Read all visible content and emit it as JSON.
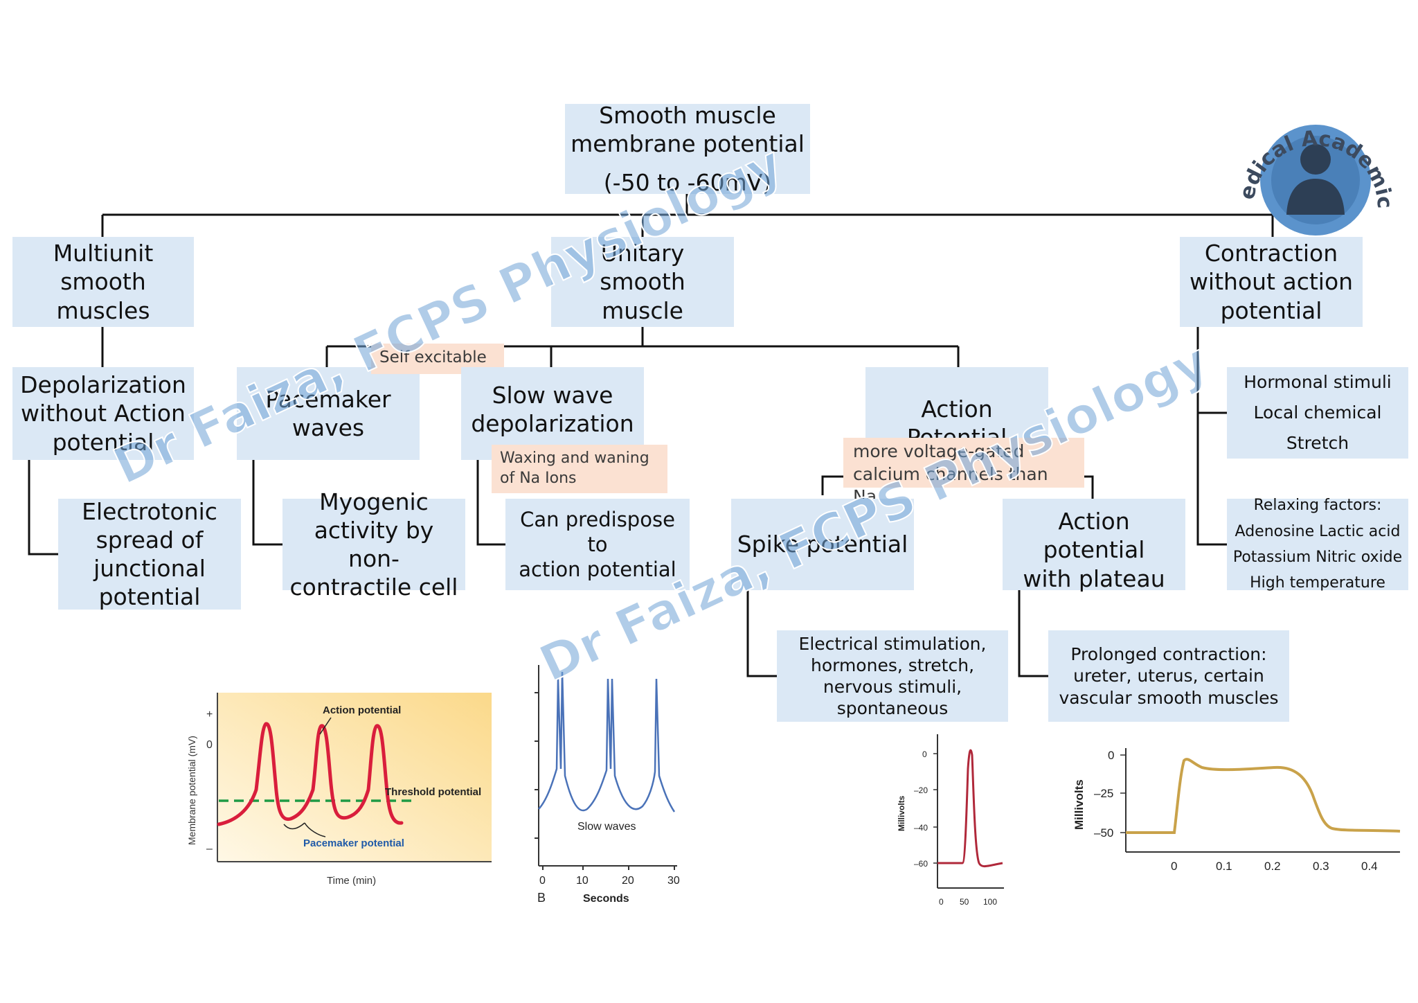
{
  "root": {
    "line1": "Smooth muscle",
    "line2": "membrane potential",
    "line3": "(-50 to -60mV)"
  },
  "multiunit": {
    "line1": "Multiunit",
    "line2": "smooth muscles"
  },
  "unitary": {
    "line1": "Unitary smooth",
    "line2": "muscle"
  },
  "contraction": {
    "line1": "Contraction",
    "line2": "without action",
    "line3": "potential"
  },
  "depol": {
    "line1": "Depolarization",
    "line2": "without Action",
    "line3": "potential"
  },
  "electrotonic": {
    "line1": "Electrotonic",
    "line2": "spread of",
    "line3": "junctional",
    "line4": "potential"
  },
  "self_excitable": "Self excitable",
  "pacemaker": {
    "line1": "Pacemaker",
    "line2": "waves"
  },
  "myogenic": {
    "line1": "Myogenic",
    "line2": "activity by non-",
    "line3": "contractile cell"
  },
  "slowwave": {
    "line1": "Slow wave",
    "line2": "depolarization"
  },
  "waxing": {
    "line1": "Waxing and waning",
    "line2": "of Na Ions"
  },
  "predispose": {
    "line1": "Can predispose to",
    "line2": "action potential"
  },
  "ap": "Action Potential",
  "vgcc": {
    "line1": "more voltage-gated",
    "line2": "calcium channels than Na"
  },
  "spike": "Spike potential",
  "plateau": {
    "line1": "Action potential",
    "line2": "with plateau"
  },
  "stimuli": {
    "line1": "Electrical stimulation,",
    "line2": "hormones, stretch,",
    "line3": "nervous stimuli,",
    "line4": "spontaneous"
  },
  "prolonged": {
    "line1": "Prolonged contraction:",
    "line2": "ureter, uterus, certain",
    "line3": "vascular smooth muscles"
  },
  "hormonal": {
    "line1": "Hormonal stimuli",
    "line2": "Local chemical",
    "line3": "Stretch"
  },
  "relaxing": {
    "line1": "Relaxing factors:",
    "line2": "Adenosine Lactic acid",
    "line3": "Potassium Nitric oxide",
    "line4": "High temperature"
  },
  "watermark": {
    "text": "Dr Faiza, FCPS Physiology"
  },
  "logo": {
    "text": "Medical Academics"
  },
  "graph1": {
    "ylabel": "Membrane potential (mV)",
    "xlabel": "Time (min)",
    "tick_plus": "+",
    "tick_zero": "0",
    "tick_minus": "–",
    "label_ap": "Action potential",
    "label_threshold": "Threshold potential",
    "label_pacemaker": "Pacemaker potential"
  },
  "graph2": {
    "label_slow": "Slow waves",
    "panel": "B",
    "xlabel": "Seconds",
    "ticks": [
      "0",
      "10",
      "20",
      "30"
    ]
  },
  "graph3": {
    "ylabel": "Millivolts",
    "xticks": [
      "0",
      "50",
      "100"
    ],
    "yticks": [
      "0",
      "–20",
      "–40",
      "–60"
    ]
  },
  "graph4": {
    "ylabel": "Millivolts",
    "xticks": [
      "0",
      "0.1",
      "0.2",
      "0.3",
      "0.4"
    ],
    "yticks": [
      "0",
      "–25",
      "–50"
    ]
  },
  "colors": {
    "box": "#dbe8f5",
    "note": "#fbe1d2",
    "watermark": "#6fa3d6",
    "ap_red": "#d91e3c",
    "slow_blue": "#4a72b8",
    "spike_red": "#b0283a",
    "plateau_gold": "#c9a24a"
  }
}
